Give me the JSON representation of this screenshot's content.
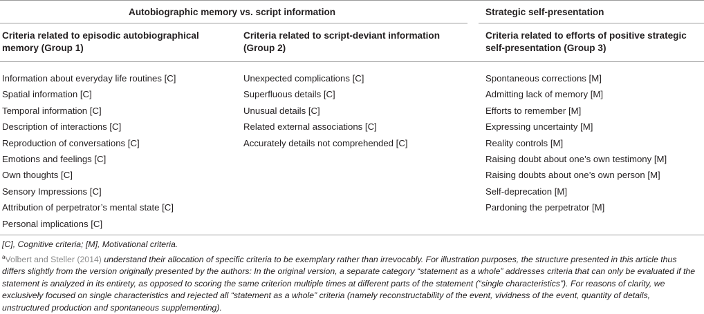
{
  "table": {
    "group_headers": [
      "Autobiographic memory vs. script information",
      "Strategic self-presentation"
    ],
    "columns": [
      {
        "header": "Criteria related to episodic autobiographical memory (Group 1)",
        "items": [
          "Information about everyday life routines [C]",
          "Spatial information [C]",
          "Temporal information [C]",
          "Description of interactions [C]",
          "Reproduction of conversations [C]",
          "Emotions and feelings [C]",
          "Own thoughts [C]",
          "Sensory Impressions [C]",
          "Attribution of perpetrator’s mental state [C]",
          "Personal implications [C]"
        ]
      },
      {
        "header": "Criteria related to script-deviant information (Group 2)",
        "items": [
          "Unexpected complications [C]",
          "Superfluous details [C]",
          "Unusual details [C]",
          "Related external associations [C]",
          "Accurately details not comprehended [C]"
        ]
      },
      {
        "header": "Criteria related to efforts of positive strategic self-presentation (Group 3)",
        "items": [
          "Spontaneous corrections [M]",
          "Admitting lack of memory [M]",
          "Efforts to remember [M]",
          "Expressing uncertainty [M]",
          "Reality controls [M]",
          "Raising doubt about one’s own testimony [M]",
          "Raising doubts about one’s own person [M]",
          "Self-deprecation [M]",
          "Pardoning the perpetrator [M]"
        ]
      }
    ]
  },
  "footnotes": {
    "legend": "[C], Cognitive criteria; [M], Motivational criteria.",
    "note_marker": "a",
    "note_ref": "Volbert and Steller (2014)",
    "note_text": " understand their allocation of specific criteria to be exemplary rather than irrevocably. For illustration purposes, the structure presented in this article thus differs slightly from the version originally presented by the authors: In the original version, a separate category “statement as a whole” addresses criteria that can only be evaluated if the statement is analyzed in its entirety, as opposed to scoring the same criterion multiple times at different parts of the statement (“single characteristics”). For reasons of clarity, we exclusively focused on single characteristics and rejected all “statement as a whole” criteria (namely reconstructability of the event, vividness of the event, quantity of details, unstructured production and spontaneous supplementing)."
  }
}
